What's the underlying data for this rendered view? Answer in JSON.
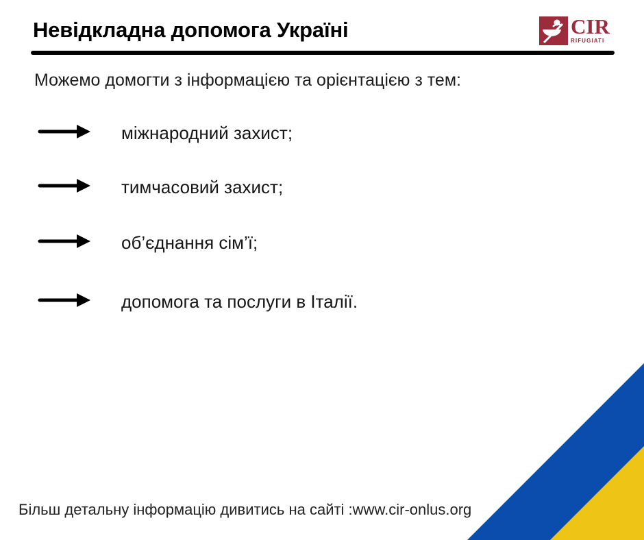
{
  "page": {
    "title": "Невідкладна допомога Україні",
    "intro": "Можемо домогти з інформацією та орієнтацією з тем:",
    "bullets": [
      "міжнародний захист;",
      "тимчасовий захист;",
      "об’єднання сім’ї;",
      "допомога та послуги в Італії."
    ],
    "footer": "Більш детальну інформацію дивитись на сайті :www.cir-onlus.org"
  },
  "logo": {
    "acronym": "CIR",
    "subtext": "RIFUGIATI",
    "emblem_icon": "cir-boat-emblem-icon",
    "color": "#9c2b3c"
  },
  "icons": {
    "bullet_arrow": "right-arrow-icon"
  },
  "colors": {
    "flag_blue": "#0b4dad",
    "flag_yellow": "#eec517",
    "rule_black": "#000000",
    "logo_maroon": "#9c2b3c"
  }
}
